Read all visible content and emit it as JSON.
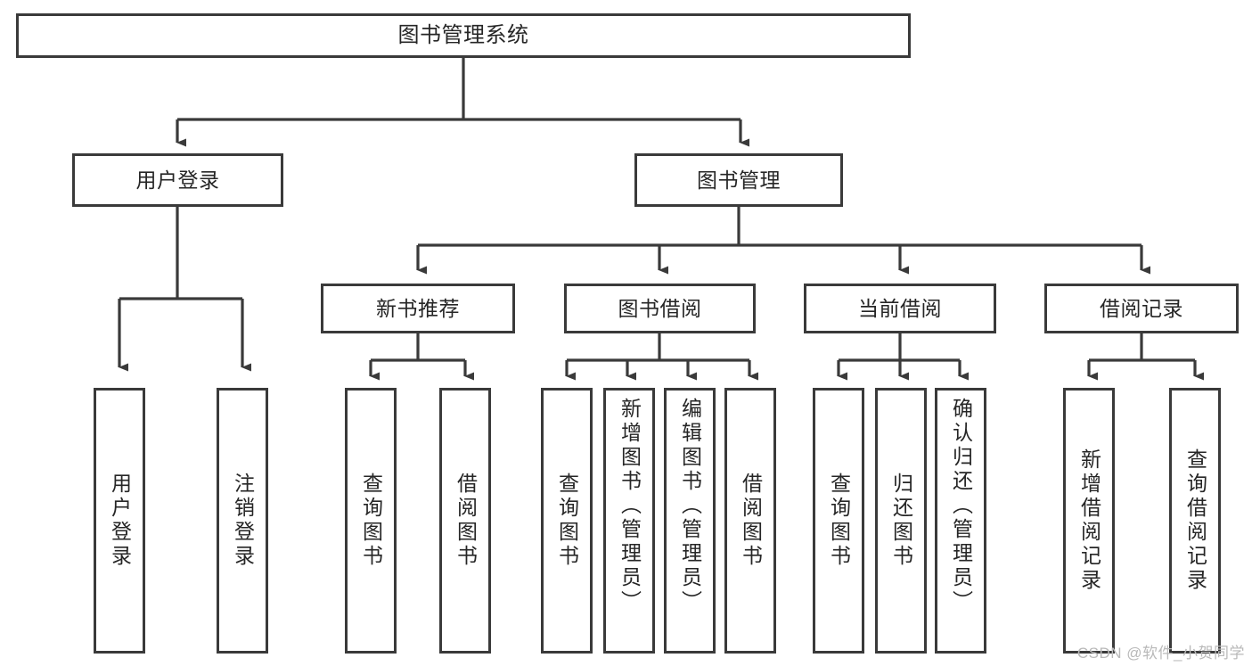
{
  "diagram": {
    "type": "tree",
    "title": "图书管理系统",
    "style": {
      "stroke": "#3a3a3a",
      "fill": "#ffffff",
      "text": "#262626",
      "watermark_color": "#b9b9b9"
    },
    "root": {
      "id": "root",
      "label": "图书管理系统",
      "orientation": "horizontal"
    },
    "level1": [
      {
        "id": "user-login",
        "label": "用户登录",
        "orientation": "horizontal"
      },
      {
        "id": "book-management",
        "label": "图书管理",
        "orientation": "horizontal"
      }
    ],
    "level2": [
      {
        "id": "new-book-recommend",
        "label": "新书推荐",
        "orientation": "horizontal",
        "parent": "book-management"
      },
      {
        "id": "book-borrow",
        "label": "图书借阅",
        "orientation": "horizontal",
        "parent": "book-management"
      },
      {
        "id": "current-borrow",
        "label": "当前借阅",
        "orientation": "horizontal",
        "parent": "book-management"
      },
      {
        "id": "borrow-record",
        "label": "借阅记录",
        "orientation": "horizontal",
        "parent": "book-management"
      }
    ],
    "leaves": [
      {
        "id": "leaf-user-login",
        "label": "用户登录",
        "orientation": "vertical",
        "parent": "user-login"
      },
      {
        "id": "leaf-logout",
        "label": "注销登录",
        "orientation": "vertical",
        "parent": "user-login"
      },
      {
        "id": "leaf-query-book-1",
        "label": "查询图书",
        "orientation": "vertical",
        "parent": "new-book-recommend"
      },
      {
        "id": "leaf-borrow-book-1",
        "label": "借阅图书",
        "orientation": "vertical",
        "parent": "new-book-recommend"
      },
      {
        "id": "leaf-query-book-2",
        "label": "查询图书",
        "orientation": "vertical",
        "parent": "book-borrow"
      },
      {
        "id": "leaf-add-book",
        "label": "新增图书（管理员）",
        "orientation": "vertical",
        "parent": "book-borrow"
      },
      {
        "id": "leaf-edit-book",
        "label": "编辑图书（管理员）",
        "orientation": "vertical",
        "parent": "book-borrow"
      },
      {
        "id": "leaf-borrow-book-2",
        "label": "借阅图书",
        "orientation": "vertical",
        "parent": "book-borrow"
      },
      {
        "id": "leaf-query-book-3",
        "label": "查询图书",
        "orientation": "vertical",
        "parent": "current-borrow"
      },
      {
        "id": "leaf-return-book",
        "label": "归还图书",
        "orientation": "vertical",
        "parent": "current-borrow"
      },
      {
        "id": "leaf-confirm-return",
        "label": "确认归还（管理员）",
        "orientation": "vertical",
        "parent": "current-borrow"
      },
      {
        "id": "leaf-add-record",
        "label": "新增借阅记录",
        "orientation": "vertical",
        "parent": "borrow-record"
      },
      {
        "id": "leaf-query-record",
        "label": "查询借阅记录",
        "orientation": "vertical",
        "parent": "borrow-record"
      }
    ],
    "watermark": "CSDN @软件_小贺同学"
  }
}
